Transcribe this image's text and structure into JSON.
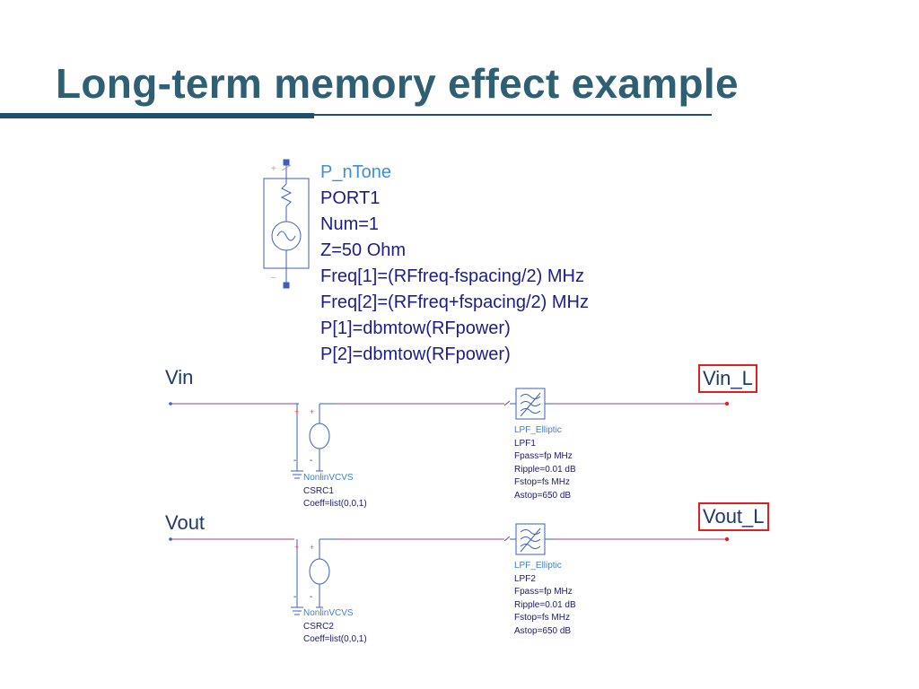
{
  "title": "Long-term memory effect example",
  "port": {
    "lines": [
      "P_nTone",
      "PORT1",
      "Num=1",
      "Z=50 Ohm",
      "Freq[1]=(RFfreq-fspacing/2) MHz",
      "Freq[2]=(RFfreq+fspacing/2) MHz",
      "P[1]=dbmtow(RFpower)",
      "P[2]=dbmtow(RFpower)"
    ]
  },
  "nets": {
    "vin": "Vin",
    "vin_l": "Vin_L",
    "vout": "Vout",
    "vout_l": "Vout_L"
  },
  "vcvs1": {
    "lines": [
      "NonlinVCVS",
      "CSRC1",
      "Coeff=list(0,0,1)"
    ]
  },
  "vcvs2": {
    "lines": [
      "NonlinVCVS",
      "CSRC2",
      "Coeff=list(0,0,1)"
    ]
  },
  "lpf1": {
    "lines": [
      "LPF_Elliptic",
      "LPF1",
      "Fpass=fp MHz",
      "Ripple=0.01 dB",
      "Fstop=fs MHz",
      "Astop=650 dB"
    ]
  },
  "lpf2": {
    "lines": [
      "LPF_Elliptic",
      "LPF2",
      "Fpass=fp MHz",
      "Ripple=0.01 dB",
      "Fstop=fs MHz",
      "Astop=650 dB"
    ]
  },
  "colors": {
    "title": "#2f5f73",
    "wire": "#b03a8a",
    "component": "#3a5fc0",
    "highlight": "#e02020"
  }
}
